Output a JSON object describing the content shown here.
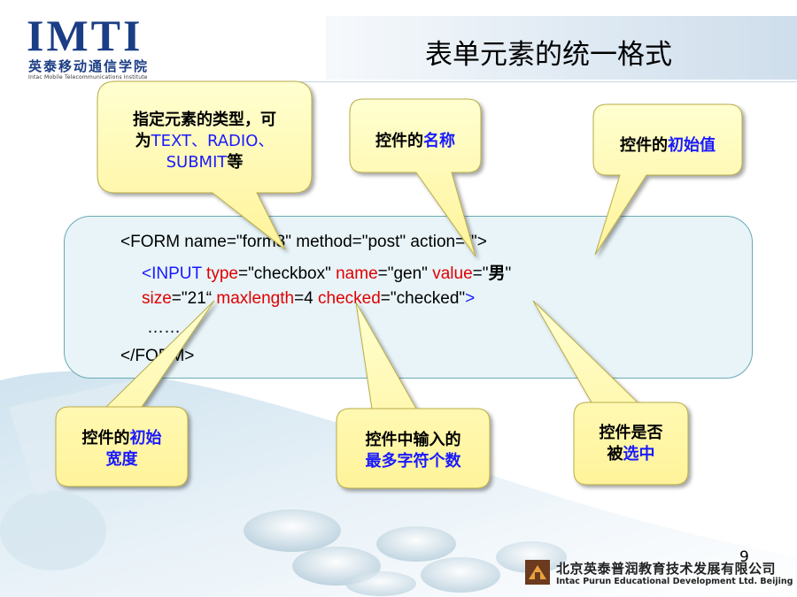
{
  "header": {
    "logo_main": "IMTI",
    "logo_cn": "英泰移动通信学院",
    "logo_en": "Intac Mobile Telecommunications Institute",
    "title": "表单元素的统一格式"
  },
  "code": {
    "line1": "<FORM name=\"form3\" method=\"post\" action=\"\">",
    "line2_open": "<INPUT",
    "line2_type_attr": "type",
    "line2_type_val": "=\"checkbox\"",
    "line2_name_attr": "name",
    "line2_name_val": "=\"gen\"",
    "line2_value_attr": "value",
    "line2_value_eq": "=\"",
    "line2_value_val": "男",
    "line2_value_end": "\"",
    "line3_size_attr": "size",
    "line3_size_val": "=\"21“",
    "line3_max_attr": "maxlength",
    "line3_max_val": "=4",
    "line3_checked_attr": "checked",
    "line3_checked_val": "=\"checked\"",
    "line3_close": ">",
    "line4": "……",
    "line5": "</FORM>"
  },
  "callouts": {
    "type": {
      "line1": "指定元素的类型，可",
      "line2_a": "为",
      "line2_b": "TEXT、RADIO、",
      "line3_a": "SUBMIT",
      "line3_b": "等"
    },
    "name": {
      "a": "控件的",
      "b": "名称"
    },
    "value": {
      "a": "控件的",
      "b": "初始值"
    },
    "size": {
      "line1_a": "控件的",
      "line1_b": "初始",
      "line2": "宽度"
    },
    "maxlength": {
      "line1": "控件中输入的",
      "line2": "最多字符个数"
    },
    "checked": {
      "line1": "控件是否",
      "line2_a": "被",
      "line2_b": "选中"
    }
  },
  "page_number": "9",
  "footer": {
    "company_cn": "北京英泰普润教育技术发展有限公司",
    "company_en": "Intac Purun Educational Development Ltd. Beijing"
  },
  "colors": {
    "logo_blue": "#1b3d86",
    "keyword_blue": "#1a1aff",
    "attribute_red": "#e00000",
    "callout_fill": "#ffffb4",
    "code_box_fill": "#e8f4f8"
  }
}
